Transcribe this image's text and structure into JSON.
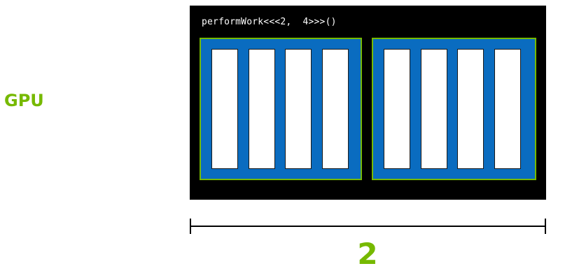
{
  "gpu_label": "GPU",
  "kernel_call": "performWork<<<2,  4>>>()",
  "blocks": [
    {
      "threads": 4
    },
    {
      "threads": 4
    }
  ],
  "span_label": "2",
  "colors": {
    "accent_green": "#76b900",
    "block_blue": "#0a6cc0",
    "panel_black": "#000000",
    "thread_white": "#ffffff"
  }
}
